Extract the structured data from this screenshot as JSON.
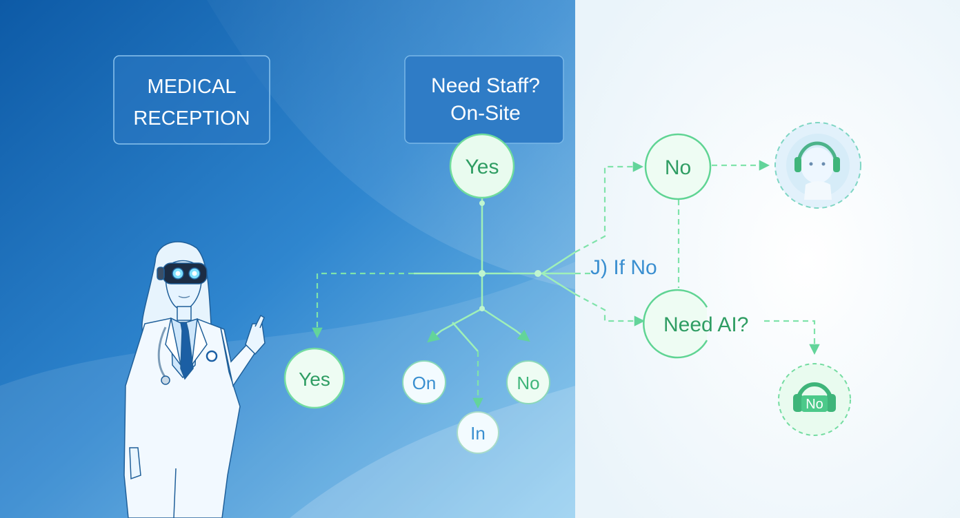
{
  "title_box": {
    "line1": "MEDICAL",
    "line2": "RECEPTION"
  },
  "question_box": {
    "line1": "Need Staff?",
    "line2": "On-Site"
  },
  "nodes": {
    "yes_top": "Yes",
    "yes_left": "Yes",
    "on": "On",
    "no_mid": "No",
    "in": "In",
    "no_right": "No",
    "need_ai": "Need AI?",
    "headset_badge": "No"
  },
  "branch_label": "J) If No",
  "colors": {
    "left_bg_dark": "#0f5ea9",
    "left_bg_light": "#6db7e6",
    "right_bg": "#f3f9fc",
    "box_fill": "#2f7cc6",
    "green": "#4cc98a",
    "green_text": "#2f9d63",
    "label_blue": "#3a8fd0"
  },
  "icons": [
    "doctor-with-vr-headset-illustration",
    "ai-agent-headset-icon",
    "headset-no-badge-icon"
  ]
}
